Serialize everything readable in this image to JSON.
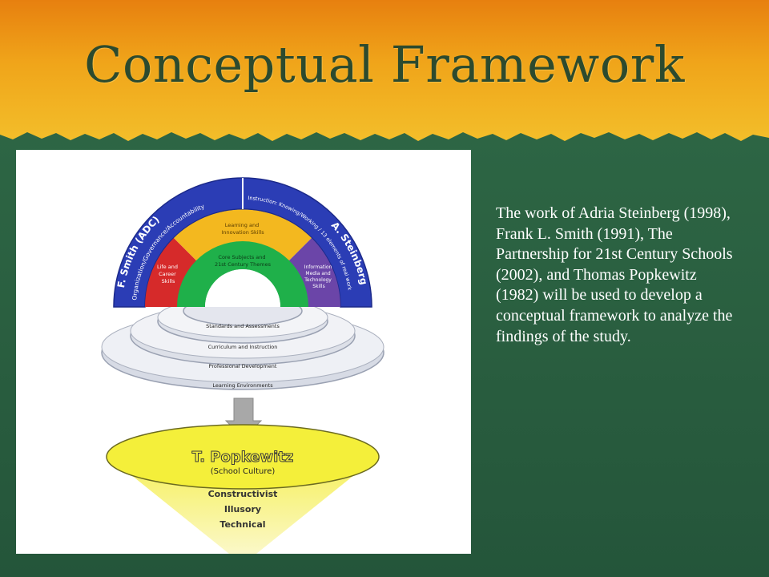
{
  "slide": {
    "title": "Conceptual Framework",
    "body": "The work of Adria Steinberg (1998), Frank L. Smith (1991), The Partnership for 21st Century Schools (2002), and Thomas Popkewitz (1982) will be used to develop a conceptual framework to analyze the findings of the study."
  },
  "diagram": {
    "arc_left_name": "F. Smith (ADC)",
    "arc_left_sub": "Organization/Governance/Accountability",
    "arc_right_name": "A. Steinberg",
    "arc_right_sub": "Instruction: Knowing/Working / 13 elements of real work",
    "seg_left": [
      "Life and",
      "Career",
      "Skills"
    ],
    "seg_top": [
      "Learning and",
      "Innovation Skills"
    ],
    "seg_right": [
      "Information",
      "Media and",
      "Technology",
      "Skills"
    ],
    "core": [
      "Core Subjects and",
      "21st Century Themes"
    ],
    "rings": [
      "Standards and Assessments",
      "Curriculum and Instruction",
      "Professional Development",
      "Learning Environments"
    ],
    "popkewitz_name": "T. Popkewitz",
    "popkewitz_sub": "(School Culture)",
    "culture_types": [
      "Constructivist",
      "Illusory",
      "Technical"
    ]
  },
  "colors": {
    "blue_arc": "#2b3db5",
    "red": "#d62a2a",
    "yellow": "#f3b81f",
    "purple": "#6b45a8",
    "green": "#1fb04a",
    "ellipse": "#f4ef3a"
  }
}
